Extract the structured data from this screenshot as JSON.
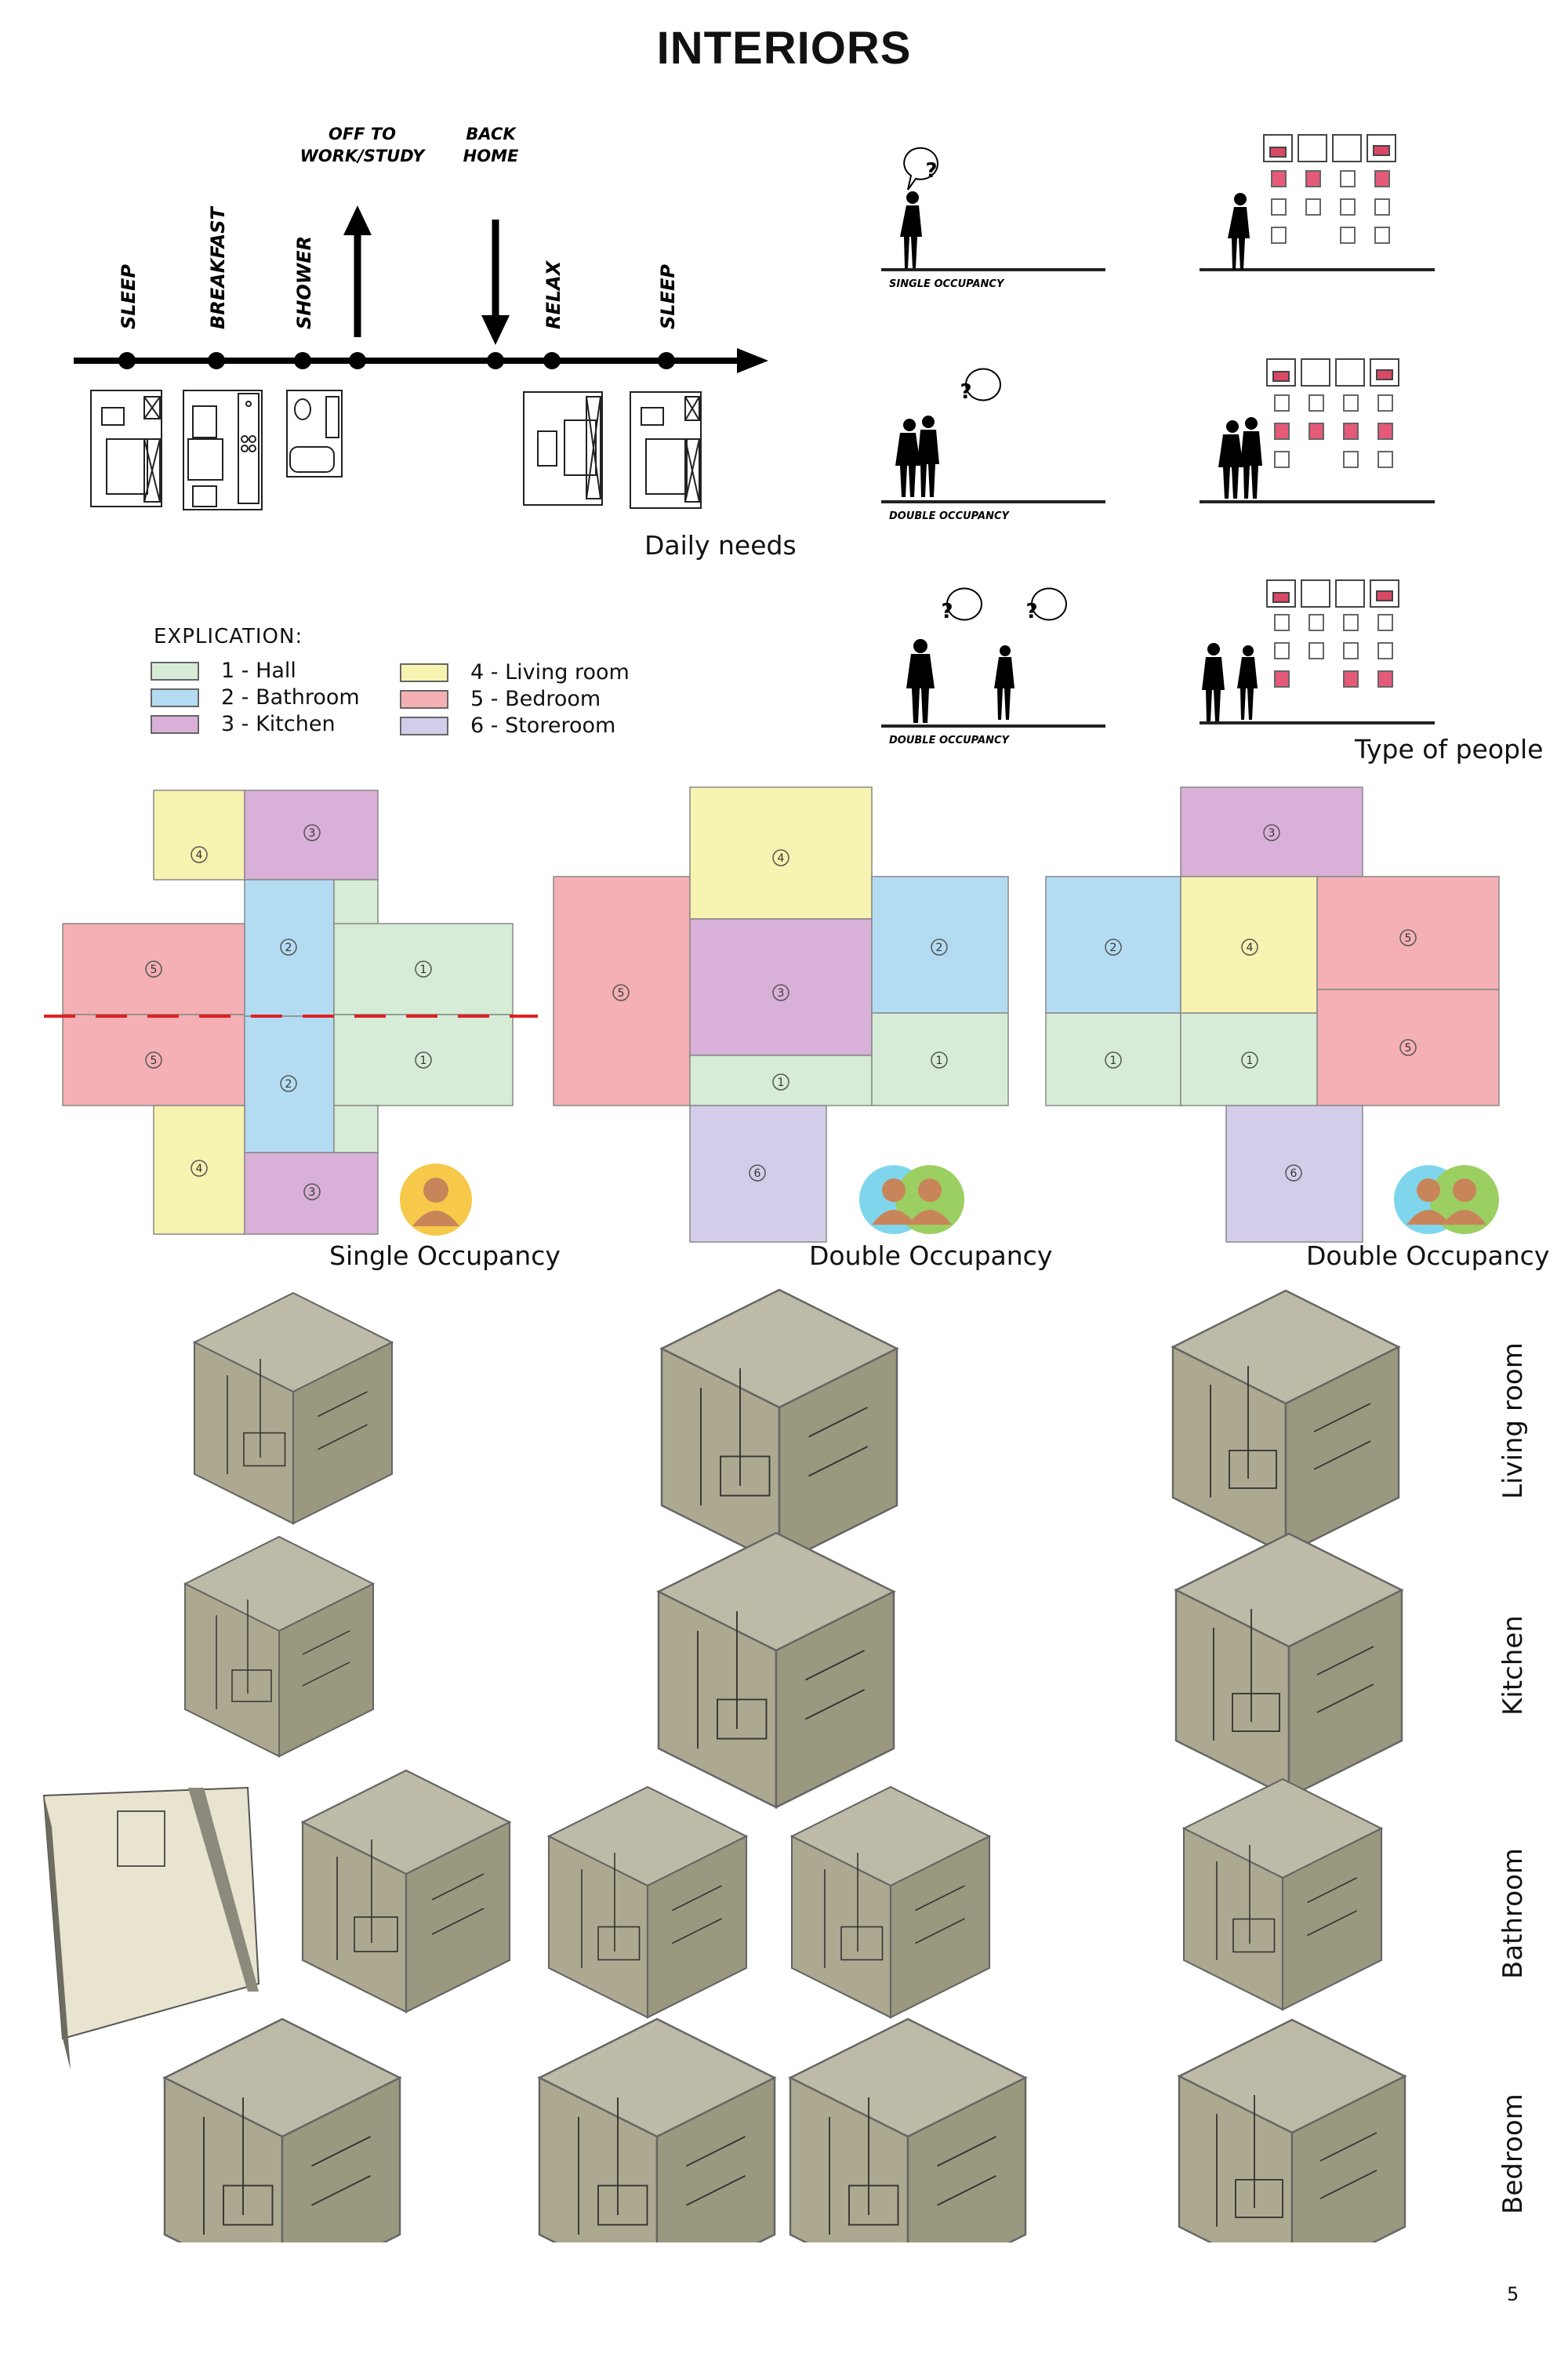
{
  "title": "INTERIORS",
  "timeline": {
    "events": [
      "SLEEP",
      "BREAKFAST",
      "SHOWER",
      "RELAX",
      "SLEEP"
    ],
    "off_to": [
      "OFF TO",
      "WORK/STUDY"
    ],
    "back_home": [
      "BACK",
      "HOME"
    ],
    "caption": "Daily needs"
  },
  "people": {
    "rows": [
      "SINGLE OCCUPANCY",
      "DOUBLE OCCUPANCY",
      "DOUBLE OCCUPANCY"
    ],
    "question_mark": "?",
    "caption": "Type of people"
  },
  "legend": {
    "title": "EXPLICATION:",
    "items": [
      {
        "label": "1 - Hall",
        "color": "#d6ecd6"
      },
      {
        "label": "2 - Bathroom",
        "color": "#b3dcf2"
      },
      {
        "label": "3 - Kitchen",
        "color": "#d9b0d8"
      },
      {
        "label": "4 - Living room",
        "color": "#f7f3b0"
      },
      {
        "label": "5 - Bedroom",
        "color": "#f4b0b4"
      },
      {
        "label": "6 - Storeroom",
        "color": "#d3cdea"
      }
    ]
  },
  "plans": [
    {
      "caption": "Single Occupancy"
    },
    {
      "caption": "Double Occupancy"
    },
    {
      "caption": "Double Occupancy"
    }
  ],
  "room_labels": [
    "Living room",
    "Kitchen",
    "Bathroom",
    "Bedroom"
  ],
  "page_number": "5"
}
